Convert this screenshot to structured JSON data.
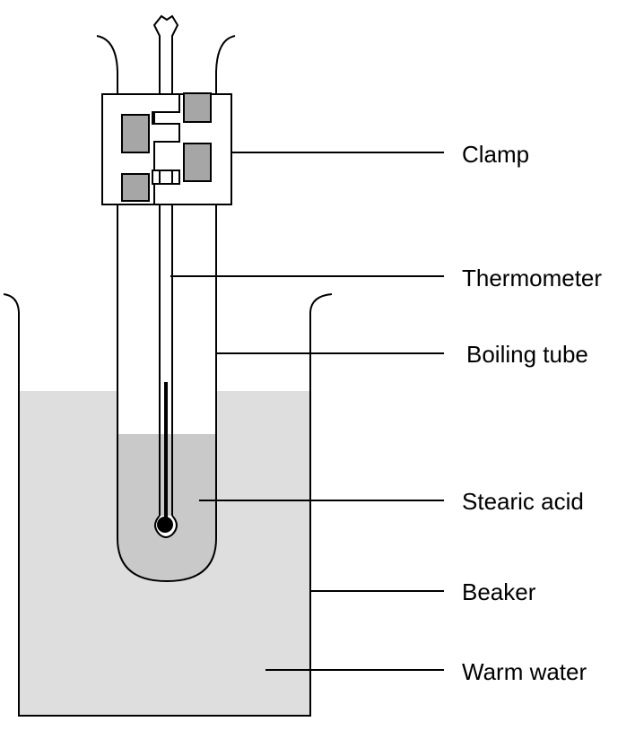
{
  "labels": {
    "clamp": "Clamp",
    "thermometer": "Thermometer",
    "boiling_tube": "Boiling tube",
    "stearic_acid": "Stearic acid",
    "beaker": "Beaker",
    "warm_water": "Warm water"
  },
  "colors": {
    "water": "#dedede",
    "stearic_acid": "#c9c9c9",
    "clamp_pad": "#a6a6a6",
    "outline": "#000000",
    "background": "#ffffff"
  }
}
